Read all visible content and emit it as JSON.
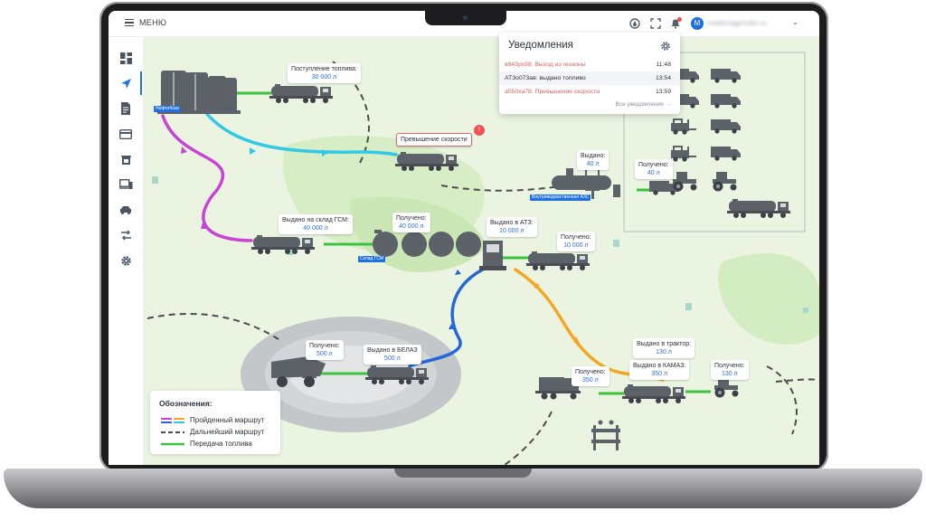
{
  "topbar": {
    "menu_label": "МЕНЮ",
    "user_initial": "M",
    "user_email": "mobimagprovko.ru"
  },
  "sidebar": {
    "items": [
      {
        "icon": "dashboard-icon",
        "active": false
      },
      {
        "icon": "navigation-arrow-icon",
        "active": true
      },
      {
        "icon": "document-icon",
        "active": false
      },
      {
        "icon": "card-icon",
        "active": false
      },
      {
        "icon": "fuel-tank-icon",
        "active": false
      },
      {
        "icon": "devices-icon",
        "active": false
      },
      {
        "icon": "car-icon",
        "active": false
      },
      {
        "icon": "transfer-icon",
        "active": false
      },
      {
        "icon": "settings-gear-icon",
        "active": false
      }
    ]
  },
  "notifications": {
    "title": "Уведомления",
    "items": [
      {
        "text": "в843рх98: Выход из геозоны",
        "time": "11:48",
        "severity": "alert"
      },
      {
        "text": "АТЗо073ав: выдано топливо",
        "time": "13:54",
        "severity": "info"
      },
      {
        "text": "а050ха78: Превышение скорости",
        "time": "13:59",
        "severity": "alert"
      }
    ],
    "all_link": "Все уведомления →"
  },
  "map": {
    "tags": {
      "oil_base": "Нефтебаза",
      "fuel_depot": "Склад ГСМ",
      "internal_station": "Внутриведомственная АЗС"
    },
    "labels": {
      "fuel_income_title": "Поступление топлива:",
      "fuel_income_value": "30 000 л",
      "speeding": "Превышение скорости",
      "depot_issued_title": "Выдано на склад ГСМ:",
      "depot_issued_value": "40 000 л",
      "depot_received_title": "Получено:",
      "depot_received_value": "40 000 л",
      "atz_issued_title": "Выдано в АТЗ:",
      "atz_issued_value": "10 000 л",
      "atz_received_title": "Получено:",
      "atz_received_value": "10 000 л",
      "station_issued_title": "Выдано:",
      "station_issued_value": "40 л",
      "station_received_title": "Получено:",
      "station_received_value": "40 л",
      "belaz_received_title": "Получено:",
      "belaz_received_value": "500 л",
      "belaz_issued_title": "Выдано в БЕЛАЗ",
      "belaz_issued_value": "500 л",
      "kamaz_received_title": "Получено:",
      "kamaz_received_value": "350 л",
      "kamaz_issued_title": "Выдано в КАМАЗ:",
      "kamaz_issued_value": "350 л",
      "tractor_issued_title": "Выдано в трактор:",
      "tractor_issued_value": "130 л",
      "tractor_received_title": "Получено:",
      "tractor_received_value": "130 л"
    }
  },
  "legend": {
    "title": "Обозначения:",
    "items": [
      {
        "label": "Пройденный маршрут"
      },
      {
        "label": "Дальнейший маршрут"
      },
      {
        "label": "Передача топлива"
      }
    ]
  },
  "colors": {
    "route_magenta": "#c943d6",
    "route_cyan": "#33c9e6",
    "route_blue": "#2566d9",
    "route_orange": "#f5a623",
    "fuel_transfer": "#3cc23c",
    "future_route": "#4d4d4d",
    "accent": "#1e6fe0",
    "alert": "#f05353"
  }
}
